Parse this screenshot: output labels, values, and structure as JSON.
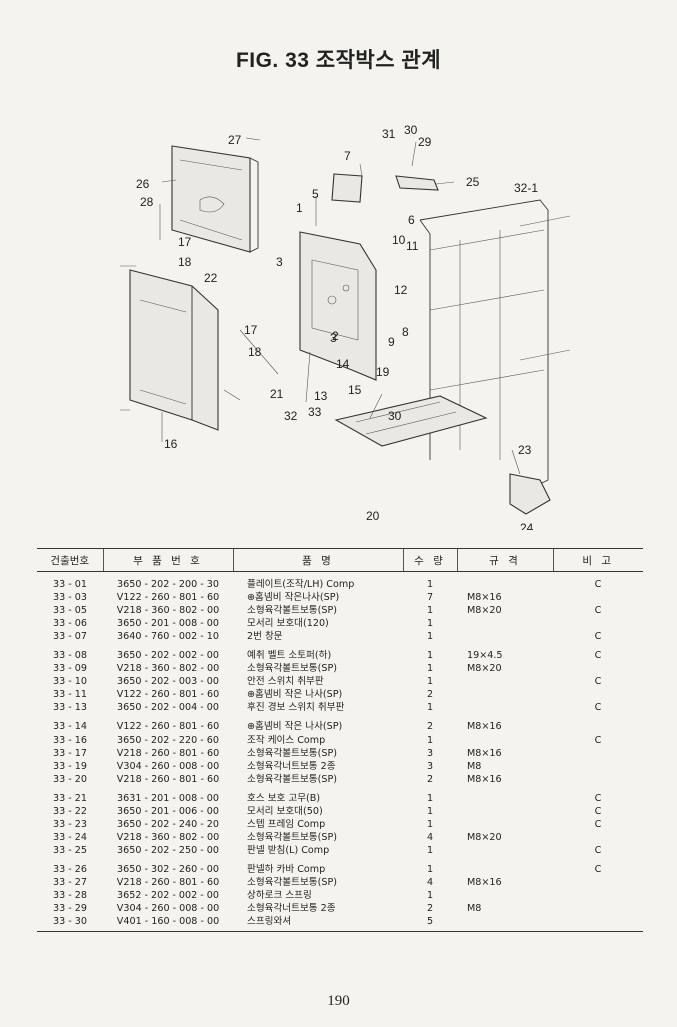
{
  "page": {
    "title": "FIG. 33 조작박스 관계",
    "page_number": "190"
  },
  "diagram": {
    "labels": [
      "27",
      "26",
      "28",
      "17",
      "18",
      "22",
      "16",
      "7",
      "5",
      "1",
      "3",
      "31",
      "30",
      "29",
      "25",
      "32-1",
      "6",
      "10",
      "11",
      "12",
      "8",
      "9",
      "2",
      "14",
      "15",
      "13",
      "33",
      "32",
      "17",
      "18",
      "21",
      "19",
      "30",
      "23",
      "24",
      "20",
      "3"
    ]
  },
  "table": {
    "headers": [
      "건출번호",
      "부 품 번 호",
      "품 명",
      "수 량",
      "규 격",
      "비 고"
    ],
    "rows": [
      {
        "no": "33 - 01",
        "part": "3650 - 202 - 200 - 30",
        "name": "플레이트(조작/LH) Comp",
        "qty": "1",
        "spec": "",
        "note": "C",
        "group": true
      },
      {
        "no": "33 - 03",
        "part": "V122 - 260 - 801 - 60",
        "name": "⊕홈넴비 작은나사(SP)",
        "qty": "7",
        "spec": "M8×16",
        "note": ""
      },
      {
        "no": "33 - 05",
        "part": "V218 - 360 - 802 - 00",
        "name": "소형육각볼트보통(SP)",
        "qty": "1",
        "spec": "M8×20",
        "note": "C"
      },
      {
        "no": "33 - 06",
        "part": "3650 - 201 - 008 - 00",
        "name": "모서리 보호대(120)",
        "qty": "1",
        "spec": "",
        "note": ""
      },
      {
        "no": "33 - 07",
        "part": "3640 - 760 - 002 - 10",
        "name": "2번 창문",
        "qty": "1",
        "spec": "",
        "note": "C"
      },
      {
        "no": "33 - 08",
        "part": "3650 - 202 - 002 - 00",
        "name": "예취 벨트 소토퍼(하)",
        "qty": "1",
        "spec": "19×4.5",
        "note": "C",
        "group": true
      },
      {
        "no": "33 - 09",
        "part": "V218 - 360 - 802 - 00",
        "name": "소형육각볼트보통(SP)",
        "qty": "1",
        "spec": "M8×20",
        "note": ""
      },
      {
        "no": "33 - 10",
        "part": "3650 - 202 - 003 - 00",
        "name": "안전 스위치 취부판",
        "qty": "1",
        "spec": "",
        "note": "C"
      },
      {
        "no": "33 - 11",
        "part": "V122 - 260 - 801 - 60",
        "name": "⊕홈넴비 작은 나사(SP)",
        "qty": "2",
        "spec": "",
        "note": ""
      },
      {
        "no": "33 - 13",
        "part": "3650 - 202 - 004 - 00",
        "name": "후진 경보 스위치 취부판",
        "qty": "1",
        "spec": "",
        "note": "C"
      },
      {
        "no": "33 - 14",
        "part": "V122 - 260 - 801 - 60",
        "name": "⊕홈넴비 작은 나사(SP)",
        "qty": "2",
        "spec": "M8×16",
        "note": "",
        "group": true
      },
      {
        "no": "33 - 16",
        "part": "3650 - 202 - 220 - 60",
        "name": "조작 케이스 Comp",
        "qty": "1",
        "spec": "",
        "note": "C"
      },
      {
        "no": "33 - 17",
        "part": "V218 - 260 - 801 - 60",
        "name": "소형육각볼트보통(SP)",
        "qty": "3",
        "spec": "M8×16",
        "note": ""
      },
      {
        "no": "33 - 19",
        "part": "V304 - 260 - 008 - 00",
        "name": "소형육각너트보통 2종",
        "qty": "3",
        "spec": "M8",
        "note": ""
      },
      {
        "no": "33 - 20",
        "part": "V218 - 260 - 801 - 60",
        "name": "소형육각볼트보통(SP)",
        "qty": "2",
        "spec": "M8×16",
        "note": ""
      },
      {
        "no": "33 - 21",
        "part": "3631 - 201 - 008 - 00",
        "name": "호스 보호 고무(B)",
        "qty": "1",
        "spec": "",
        "note": "C",
        "group": true
      },
      {
        "no": "33 - 22",
        "part": "3650 - 201 - 006 - 00",
        "name": "모서리 보호대(50)",
        "qty": "1",
        "spec": "",
        "note": "C"
      },
      {
        "no": "33 - 23",
        "part": "3650 - 202 - 240 - 20",
        "name": "스텝 프레임 Comp",
        "qty": "1",
        "spec": "",
        "note": "C"
      },
      {
        "no": "33 - 24",
        "part": "V218 - 360 - 802 - 00",
        "name": "소형육각볼트보통(SP)",
        "qty": "4",
        "spec": "M8×20",
        "note": ""
      },
      {
        "no": "33 - 25",
        "part": "3650 - 202 - 250 - 00",
        "name": "판넬 받침(L) Comp",
        "qty": "1",
        "spec": "",
        "note": "C"
      },
      {
        "no": "33 - 26",
        "part": "3650 - 302 - 260 - 00",
        "name": "판넬하 카바 Comp",
        "qty": "1",
        "spec": "",
        "note": "C",
        "group": true
      },
      {
        "no": "33 - 27",
        "part": "V218 - 260 - 801 - 60",
        "name": "소형육각볼트보통(SP)",
        "qty": "4",
        "spec": "M8×16",
        "note": ""
      },
      {
        "no": "33 - 28",
        "part": "3652 - 202 - 002 - 00",
        "name": "상하로크 스프링",
        "qty": "1",
        "spec": "",
        "note": ""
      },
      {
        "no": "33 - 29",
        "part": "V304 - 260 - 008 - 00",
        "name": "소형육각너트보통 2종",
        "qty": "2",
        "spec": "M8",
        "note": ""
      },
      {
        "no": "33 - 30",
        "part": "V401 - 160 - 008 - 00",
        "name": "스프링와셔",
        "qty": "5",
        "spec": "",
        "note": ""
      }
    ]
  }
}
